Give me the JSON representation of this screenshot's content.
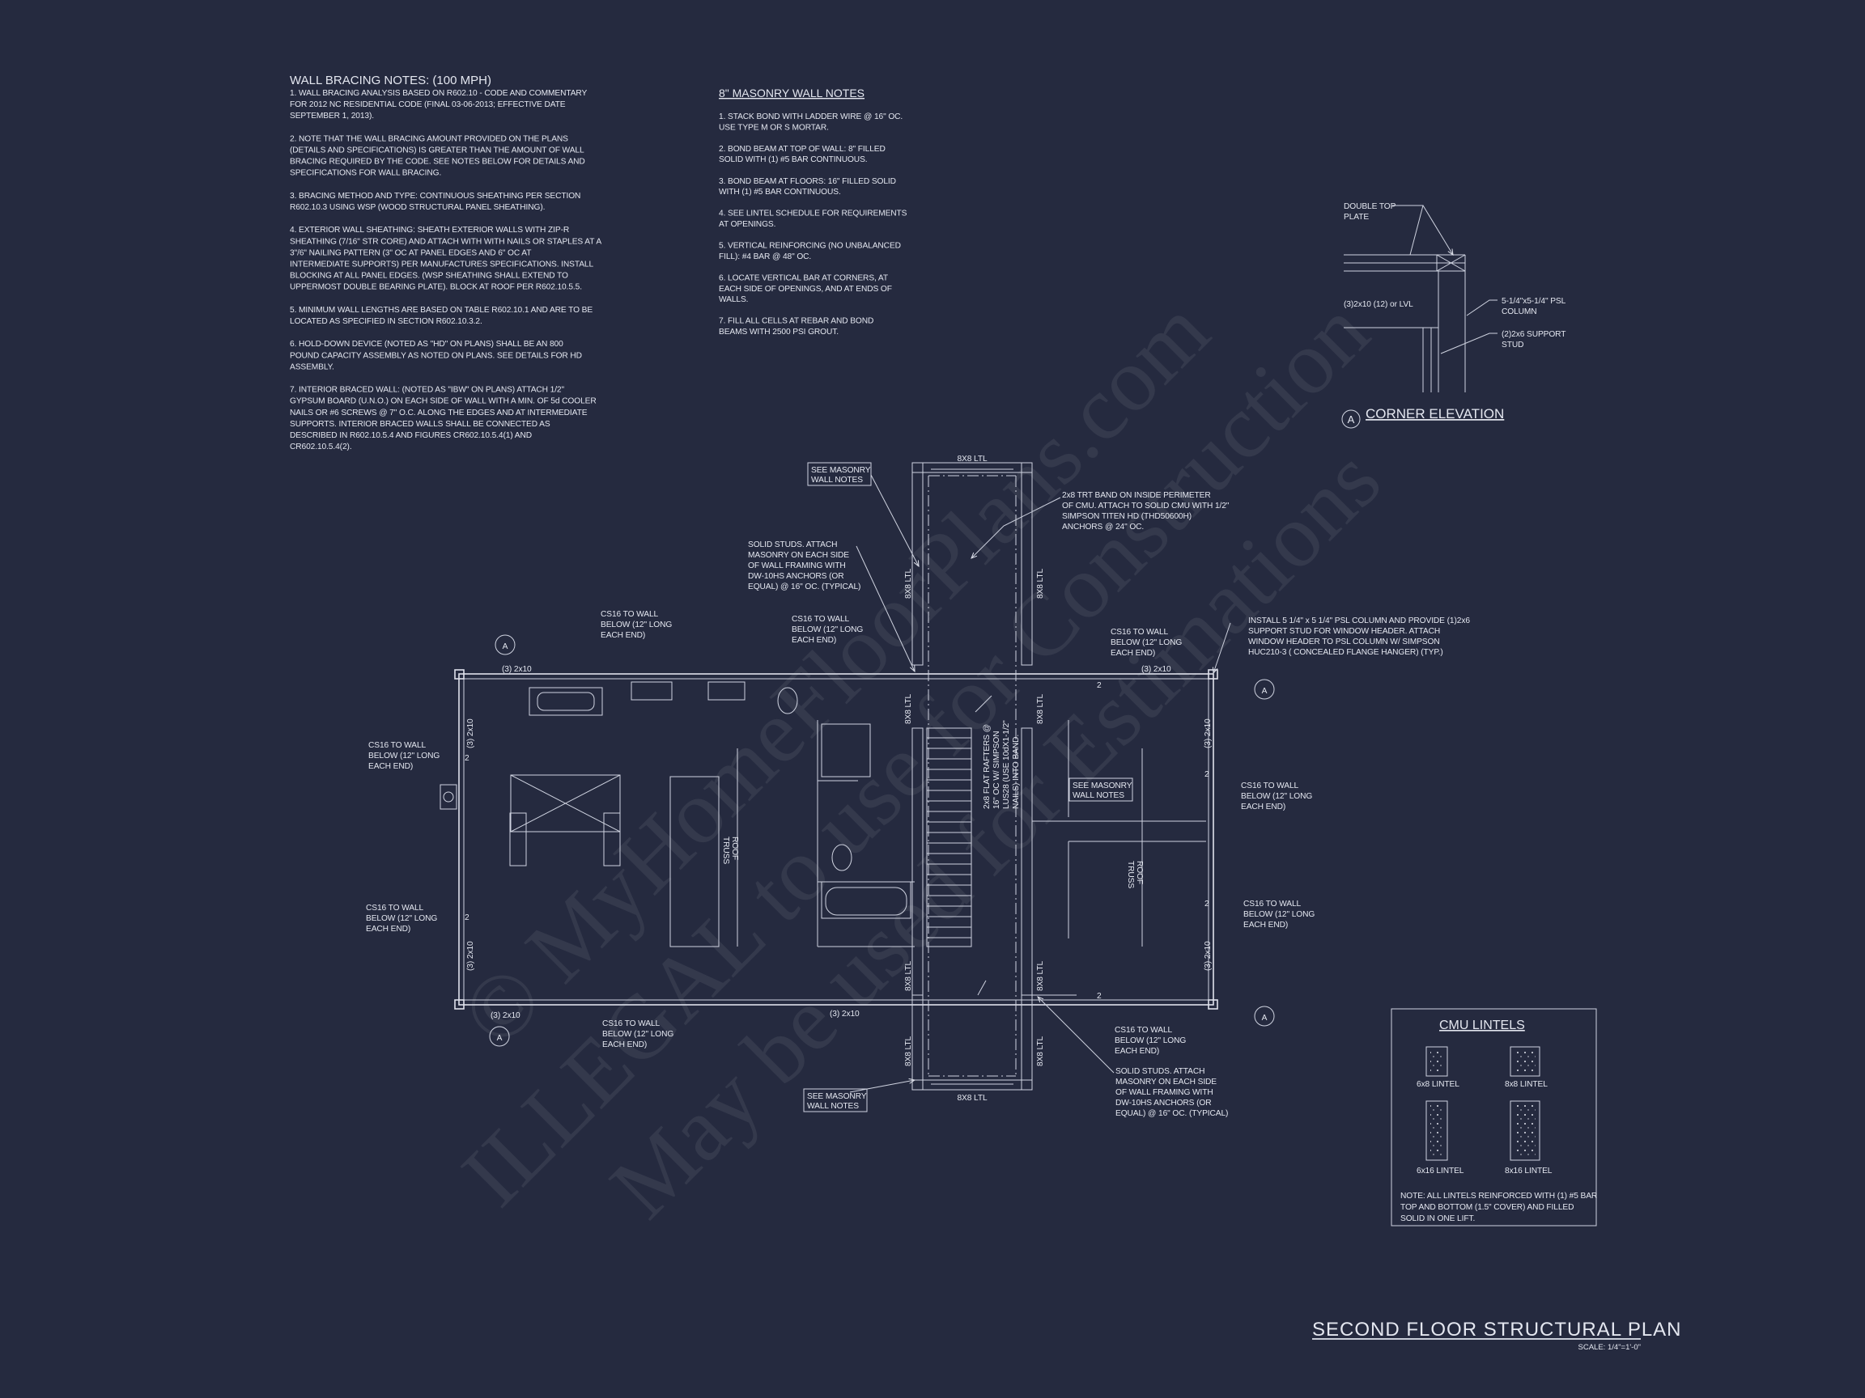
{
  "colors": {
    "background": "#252a3f",
    "linework": "#e4e7f0"
  },
  "wall_bracing_notes": {
    "title": "WALL BRACING NOTES: (100 MPH)",
    "lines": [
      "1. WALL BRACING ANALYSIS BASED ON R602.10 - CODE AND COMMENTARY",
      "FOR 2012 NC RESIDENTIAL CODE (FINAL 03-06-2013; EFFECTIVE DATE",
      "SEPTEMBER 1, 2013).",
      "",
      "2. NOTE THAT THE WALL BRACING AMOUNT PROVIDED ON THE PLANS",
      "(DETAILS AND SPECIFICATIONS) IS GREATER THAN THE AMOUNT OF WALL",
      "BRACING REQUIRED BY THE CODE. SEE NOTES BELOW FOR DETAILS AND",
      "SPECIFICATIONS FOR WALL BRACING.",
      "",
      "3. BRACING METHOD AND TYPE: CONTINUOUS SHEATHING PER SECTION",
      "R602.10.3 USING WSP (WOOD STRUCTURAL PANEL SHEATHING).",
      "",
      "4. EXTERIOR WALL SHEATHING: SHEATH EXTERIOR WALLS WITH ZIP-R",
      "SHEATHING (7/16\" STR CORE) AND ATTACH WITH WITH NAILS OR STAPLES AT A",
      "3\"/6\" NAILING PATTERN (3\" OC AT PANEL EDGES AND 6\" OC AT",
      "INTERMEDIATE SUPPORTS) PER MANUFACTURES SPECIFICATIONS. INSTALL",
      "BLOCKING AT ALL PANEL EDGES. (WSP SHEATHING SHALL EXTEND TO",
      "UPPERMOST DOUBLE BEARING PLATE). BLOCK AT ROOF PER R602.10.5.5.",
      "",
      "5. MINIMUM WALL LENGTHS ARE BASED ON TABLE R602.10.1 AND ARE TO BE",
      "LOCATED AS SPECIFIED IN SECTION R602.10.3.2.",
      "",
      "6. HOLD-DOWN DEVICE (NOTED AS \"HD\" ON PLANS) SHALL BE AN 800",
      "POUND CAPACITY ASSEMBLY AS NOTED ON PLANS. SEE DETAILS FOR HD",
      "ASSEMBLY.",
      "",
      "7. INTERIOR BRACED WALL: (NOTED AS \"IBW\" ON PLANS) ATTACH 1/2\"",
      "GYPSUM BOARD (U.N.O.) ON EACH SIDE OF WALL WITH A MIN. OF 5d COOLER",
      "NAILS OR #6 SCREWS @ 7\" O.C. ALONG THE EDGES AND AT INTERMEDIATE",
      "SUPPORTS.  INTERIOR BRACED WALLS SHALL BE CONNECTED AS",
      "DESCRIBED IN R602.10.5.4 AND FIGURES CR602.10.5.4(1) AND",
      "CR602.10.5.4(2)."
    ]
  },
  "masonry_notes": {
    "title": "8\" MASONRY WALL NOTES",
    "lines": [
      "1. STACK BOND WITH LADDER WIRE @ 16\" OC.",
      "USE TYPE M OR S MORTAR.",
      "",
      "2. BOND BEAM AT TOP OF WALL: 8\" FILLED",
      "SOLID WITH (1) #5 BAR CONTINUOUS.",
      "",
      "3. BOND BEAM AT FLOORS: 16\" FILLED SOLID",
      "WITH (1) #5 BAR CONTINUOUS.",
      "",
      "4. SEE LINTEL SCHEDULE FOR REQUIREMENTS",
      "AT OPENINGS.",
      "",
      "5. VERTICAL REINFORCING (NO UNBALANCED",
      "FILL): #4 BAR @ 48\" OC.",
      "",
      "6. LOCATE VERTICAL BAR AT CORNERS, AT",
      "EACH SIDE OF OPENINGS, AND AT ENDS OF",
      "WALLS.",
      "",
      "7. FILL ALL CELLS AT REBAR AND BOND",
      "BEAMS WITH 2500 PSI GROUT."
    ]
  },
  "corner_elevation": {
    "marker": "A",
    "title": "CORNER ELEVATION",
    "double_top_plate": [
      "DOUBLE TOP",
      "PLATE"
    ],
    "beam": [
      "(3)2x10 (12) or LVL"
    ],
    "column": [
      "5-1/4\"x5-1/4\" PSL",
      "COLUMN"
    ],
    "stud": [
      "(2)2x6 SUPPORT",
      "STUD"
    ]
  },
  "cmu_lintels": {
    "title": "CMU LINTELS",
    "items": [
      "6x8 LINTEL",
      "8x8 LINTEL",
      "6x16 LINTEL",
      "8x16 LINTEL"
    ],
    "note": [
      "NOTE: ALL LINTELS REINFORCED WITH (1) #5 BAR",
      "TOP AND BOTTOM (1.5\" COVER) AND FILLED",
      "SOLID IN ONE LIFT."
    ]
  },
  "plan": {
    "section_marker": "A",
    "wall_header": "(3) 2x10",
    "ltl": "8X8 LTL",
    "stud_mark": "2",
    "roof_truss": [
      "ROOF",
      "TRUSS"
    ],
    "cs16": [
      "CS16 TO WALL",
      "BELOW (12\" LONG",
      "EACH END)"
    ],
    "see_masonry": [
      "SEE MASONRY",
      "WALL NOTES"
    ],
    "solid_studs": [
      "SOLID STUDS. ATTACH",
      "MASONRY ON EACH SIDE",
      "OF WALL FRAMING WITH",
      "DW-10HS ANCHORS (OR",
      "EQUAL) @ 16\" OC. (TYPICAL)"
    ],
    "trt_band": [
      "2x8 TRT BAND ON INSIDE PERIMETER",
      "OF CMU. ATTACH TO SOLID CMU WITH 1/2\"",
      "SIMPSON TITEN HD (THD50600H)",
      "ANCHORS @ 24\" OC."
    ],
    "psl_column": [
      "INSTALL 5 1/4\" x 5 1/4\" PSL COLUMN AND PROVIDE (1)2x6",
      "SUPPORT STUD FOR WINDOW HEADER. ATTACH",
      "WINDOW HEADER TO PSL COLUMN W/ SIMPSON",
      "HUC210-3 ( CONCEALED FLANGE HANGER) (TYP.)"
    ],
    "rafters": [
      "2x8 FLAT RAFTERS @",
      "16\" OC W/ SIMPSON",
      "LUS28 (USE 10dX1-1/2\"",
      "NAILS) INTO BAND."
    ]
  },
  "title_block": {
    "title": "SECOND FLOOR STRUCTURAL PLAN",
    "scale": "SCALE: 1/4\"=1'-0\""
  },
  "watermark": [
    "© MyHomeFloorPlans.com",
    "ILLEGAL to use for Construction",
    "May be used for Estimations"
  ]
}
